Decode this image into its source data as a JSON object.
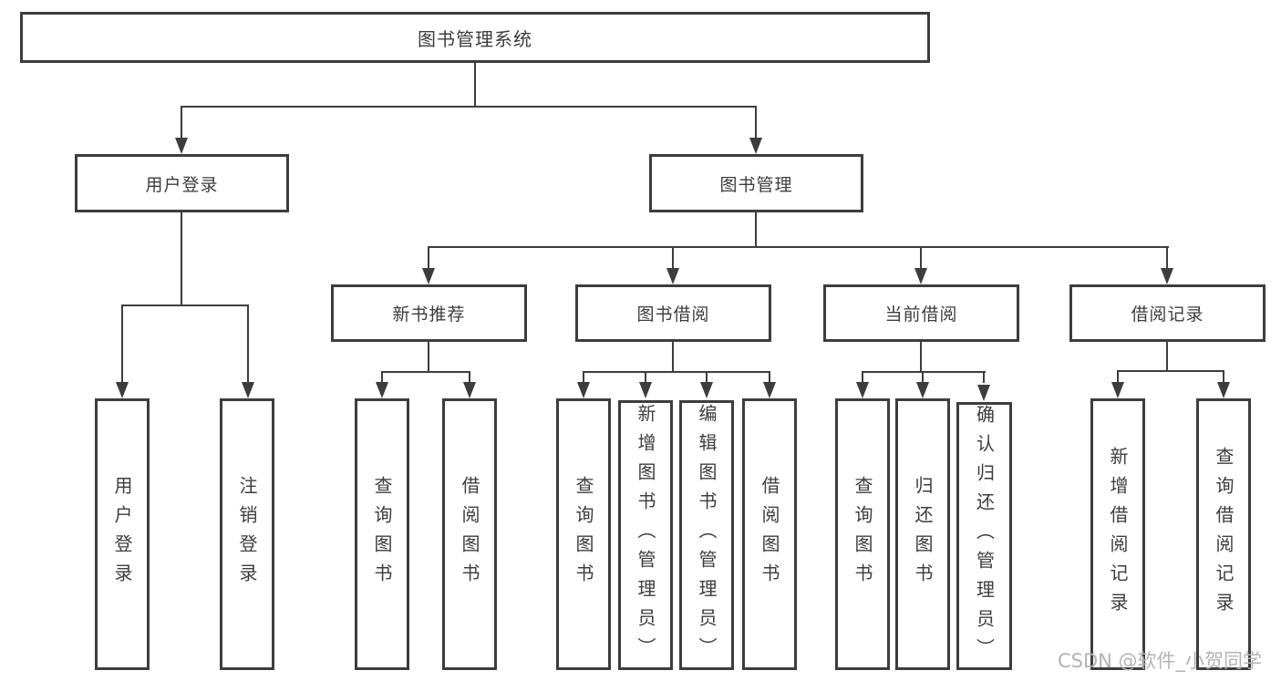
{
  "diagram": {
    "title": "图书管理系统",
    "branches": [
      {
        "label": "用户登录",
        "children": [
          {
            "label": "用户登录"
          },
          {
            "label": "注销登录"
          }
        ]
      },
      {
        "label": "图书管理",
        "children": [
          {
            "label": "新书推荐",
            "children": [
              {
                "label": "查询图书"
              },
              {
                "label": "借阅图书"
              }
            ]
          },
          {
            "label": "图书借阅",
            "children": [
              {
                "label": "查询图书"
              },
              {
                "label": "新增图书（管理员）"
              },
              {
                "label": "编辑图书（管理员）"
              },
              {
                "label": "借阅图书"
              }
            ]
          },
          {
            "label": "当前借阅",
            "children": [
              {
                "label": "查询图书"
              },
              {
                "label": "归还图书"
              },
              {
                "label": "确认归还（管理员）"
              }
            ]
          },
          {
            "label": "借阅记录",
            "children": [
              {
                "label": "新增借阅记录"
              },
              {
                "label": "查询借阅记录"
              }
            ]
          }
        ]
      }
    ]
  },
  "watermark": "CSDN @软件_小贺同学",
  "colors": {
    "line": "#3d3d3d",
    "text": "#3d3d3d",
    "watermark": "#b3b3b3",
    "background": "#ffffff"
  }
}
